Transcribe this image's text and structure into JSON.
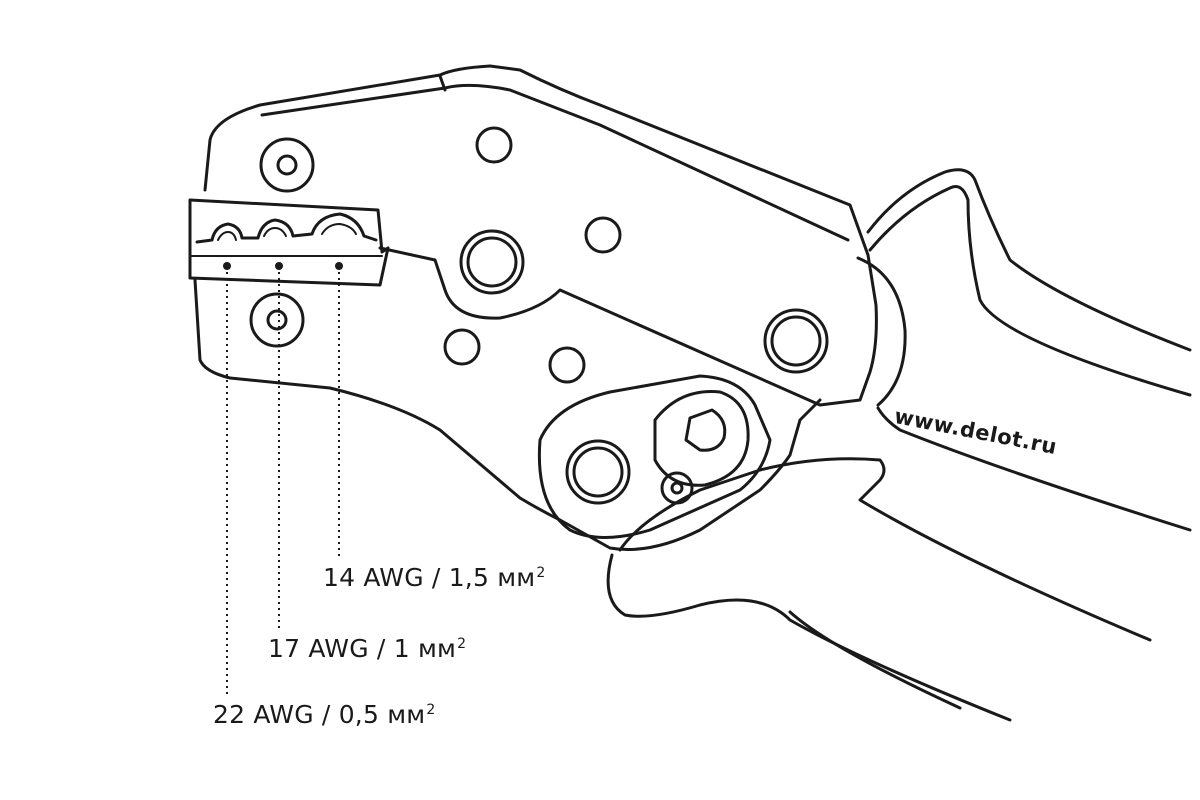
{
  "diagram": {
    "callouts": [
      {
        "id": "14",
        "text": "14 AWG / 1,5 мм",
        "sup": "2"
      },
      {
        "id": "17",
        "text": "17 AWG / 1 мм",
        "sup": "2"
      },
      {
        "id": "22",
        "text": "22 AWG / 0,5 мм",
        "sup": "2"
      }
    ],
    "watermark": "www.delot.ru"
  },
  "colors": {
    "stroke": "#1a1a1a",
    "background": "#ffffff"
  }
}
